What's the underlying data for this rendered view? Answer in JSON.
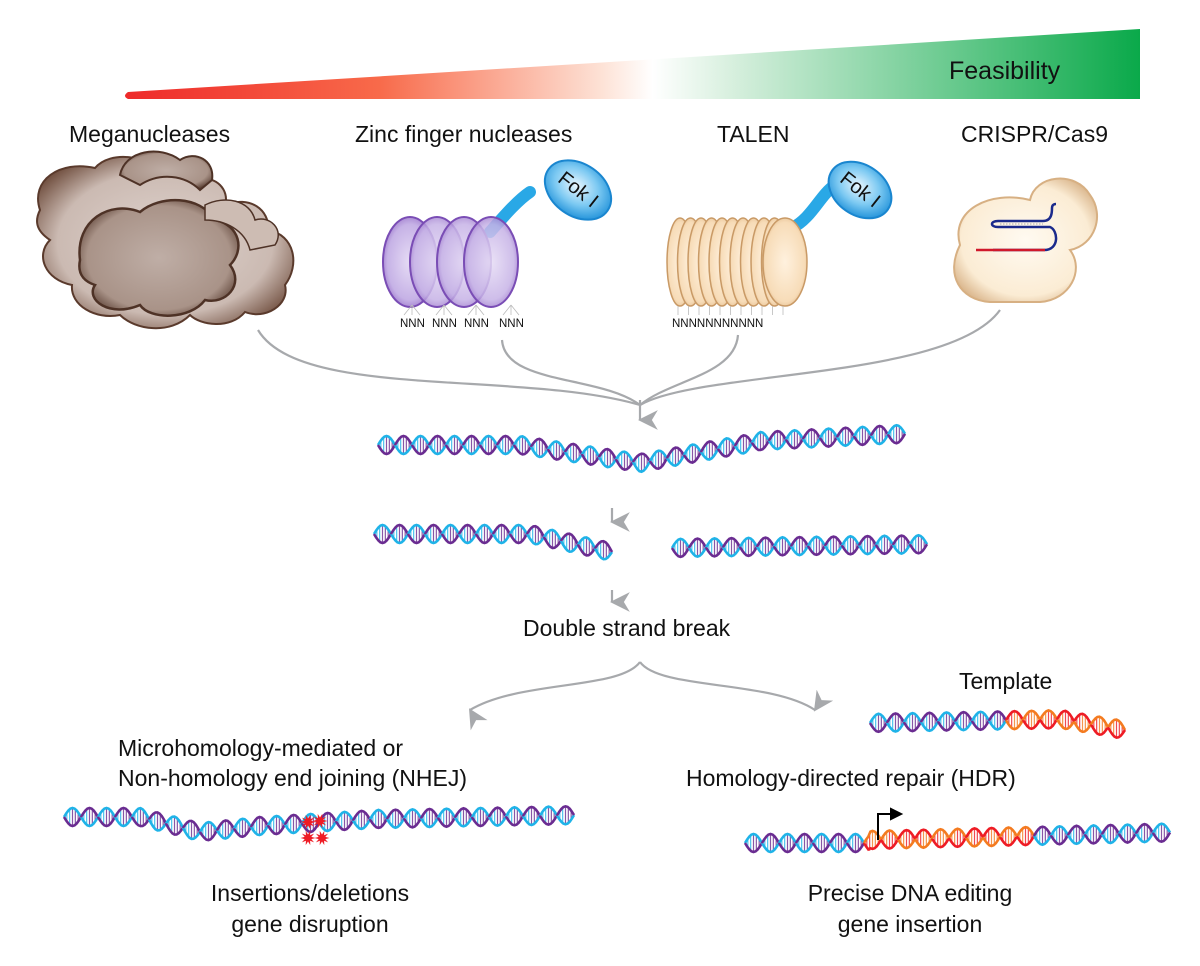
{
  "feasibility_bar": {
    "label": "Feasibility",
    "colors": {
      "low": "#ee2a2a",
      "mid": "#ffffff",
      "high": "#0aa94a"
    }
  },
  "nucleases": [
    {
      "name": "Meganucleases"
    },
    {
      "name": "Zinc finger nucleases",
      "domain_label": "Fok I",
      "binding_units": [
        "NNN",
        "NNN",
        "NNN",
        "NNN"
      ]
    },
    {
      "name": "TALEN",
      "domain_label": "Fok I",
      "binding_sequence": "NNNNNNNNNNN"
    },
    {
      "name": "CRISPR/Cas9"
    }
  ],
  "flow": {
    "double_strand_break": "Double strand break"
  },
  "pathways": {
    "nhej": {
      "title_line1": "Microhomology-mediated or",
      "title_line2": "Non-homology end joining (NHEJ)",
      "outcome_line1": "Insertions/deletions",
      "outcome_line2": "gene disruption"
    },
    "hdr": {
      "template_label": "Template",
      "title": "Homology-directed repair (HDR)",
      "outcome_line1": "Precise DNA editing",
      "outcome_line2": "gene insertion"
    }
  },
  "colors": {
    "dna_strand_a": "#1fb3e8",
    "dna_strand_b": "#6a2c91",
    "insert_a": "#ee1c25",
    "insert_b": "#f47b20",
    "arrow": "#a7a9ac",
    "fok": "#2aa7e8",
    "zinc_finger": "#b9a0dc",
    "talen": "#f5d7b0",
    "meganuclease": "#b8a49a",
    "cas9": "#f6e6cc"
  }
}
